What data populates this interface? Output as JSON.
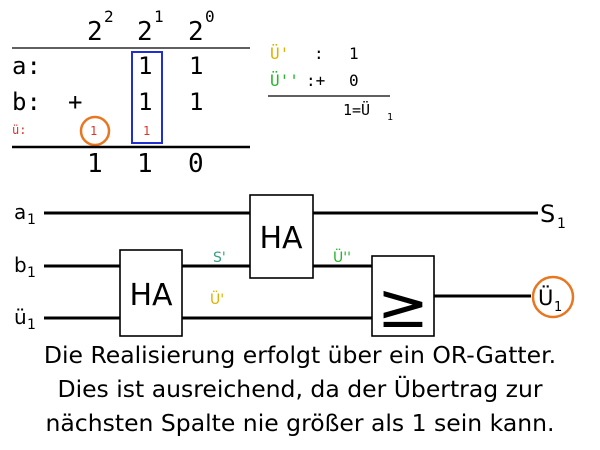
{
  "colors": {
    "text": "#000000",
    "red": "#d9352b",
    "orange": "#e87722",
    "blue": "#1f2fd0",
    "yellow": "#e0b000",
    "green": "#26b52c",
    "teal": "#3a9e84"
  },
  "table": {
    "exponents": [
      {
        "base": "2",
        "exp": "2"
      },
      {
        "base": "2",
        "exp": "1"
      },
      {
        "base": "2",
        "exp": "0"
      }
    ],
    "row_a": {
      "label": "a:",
      "digits": [
        "1",
        "1"
      ]
    },
    "row_b": {
      "label": "b:",
      "op": "+",
      "digits": [
        "1",
        "1"
      ]
    },
    "row_carry": {
      "label": "ü:",
      "digits": [
        "1",
        "1"
      ]
    },
    "result": [
      "1",
      "1",
      "0"
    ]
  },
  "side_calc": {
    "line1_label": "Ü'",
    "line1_sep": ":",
    "line1_value": "1",
    "line2_label": "Ü''",
    "line2_sep": ":+",
    "line2_value": "0",
    "result": "1=Ü",
    "result_sub": "1"
  },
  "circuit": {
    "inputs": [
      {
        "base": "a",
        "sub": "1"
      },
      {
        "base": "b",
        "sub": "1"
      },
      {
        "base": "ü",
        "sub": "1"
      }
    ],
    "ha1_label": "HA",
    "ha2_label": "HA",
    "or_label": "≥",
    "sum_output": {
      "base": "S",
      "sub": "1"
    },
    "carry_output": {
      "base": "Ü",
      "sub": "1"
    },
    "wire_labels": {
      "s_prime": "S'",
      "u_prime": "Ü'",
      "u_double_prime": "Ü''"
    }
  },
  "caption": [
    "Die Realisierung erfolgt über ein OR-Gatter.",
    "Dies ist ausreichend, da der Übertrag zur",
    "nächsten Spalte nie größer als 1 sein kann."
  ]
}
